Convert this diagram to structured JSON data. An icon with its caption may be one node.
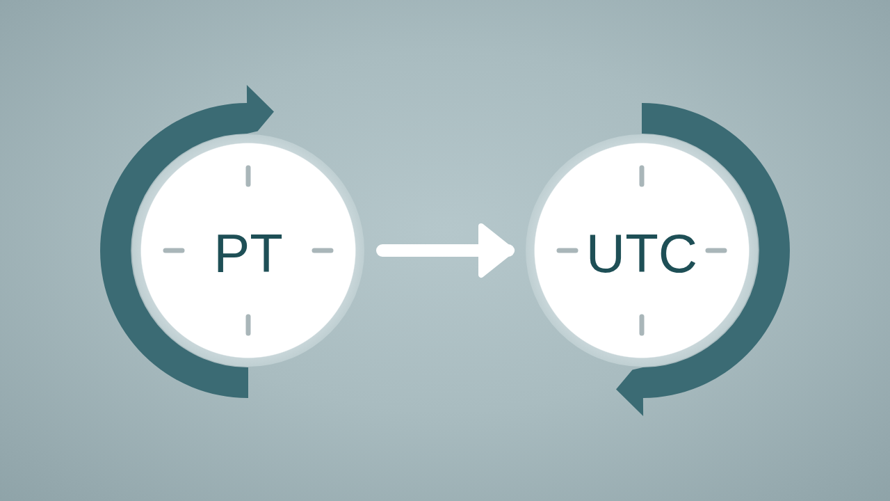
{
  "diagram": {
    "nodes": [
      {
        "text": [
          "PT"
        ]
      },
      {
        "text": [
          "UTC"
        ]
      }
    ],
    "edges": [
      {
        "from": 0,
        "to": 1,
        "arrow": "to"
      }
    ]
  }
}
